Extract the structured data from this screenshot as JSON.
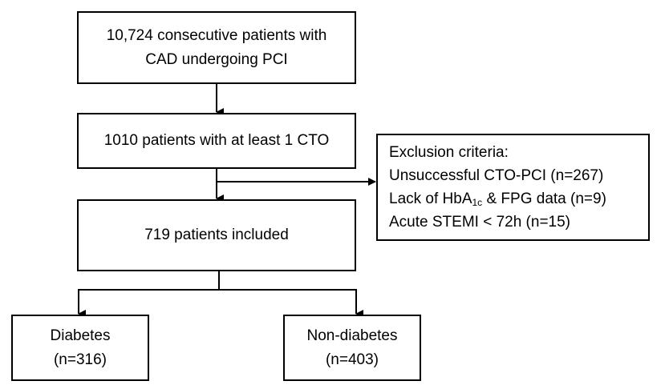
{
  "flowchart": {
    "total": {
      "line1": "10,724 consecutive patients with",
      "line2": "CAD undergoing PCI"
    },
    "cto": {
      "line1": "1010 patients with at least 1 CTO"
    },
    "included": {
      "line1": "719 patients included"
    },
    "exclusion": {
      "heading": "Exclusion criteria:",
      "item1": "Unsuccessful CTO-PCI (n=267)",
      "item2_prefix": "Lack of HbA",
      "item2_sub": "1c",
      "item2_suffix": " & FPG data (n=9)",
      "item3": "Acute STEMI < 72h (n=15)"
    },
    "diabetes": {
      "label": "Diabetes",
      "count": "(n=316)"
    },
    "nondiabetes": {
      "label": "Non-diabetes",
      "count": "(n=403)"
    }
  },
  "colors": {
    "line": "#000000",
    "background": "#ffffff"
  }
}
